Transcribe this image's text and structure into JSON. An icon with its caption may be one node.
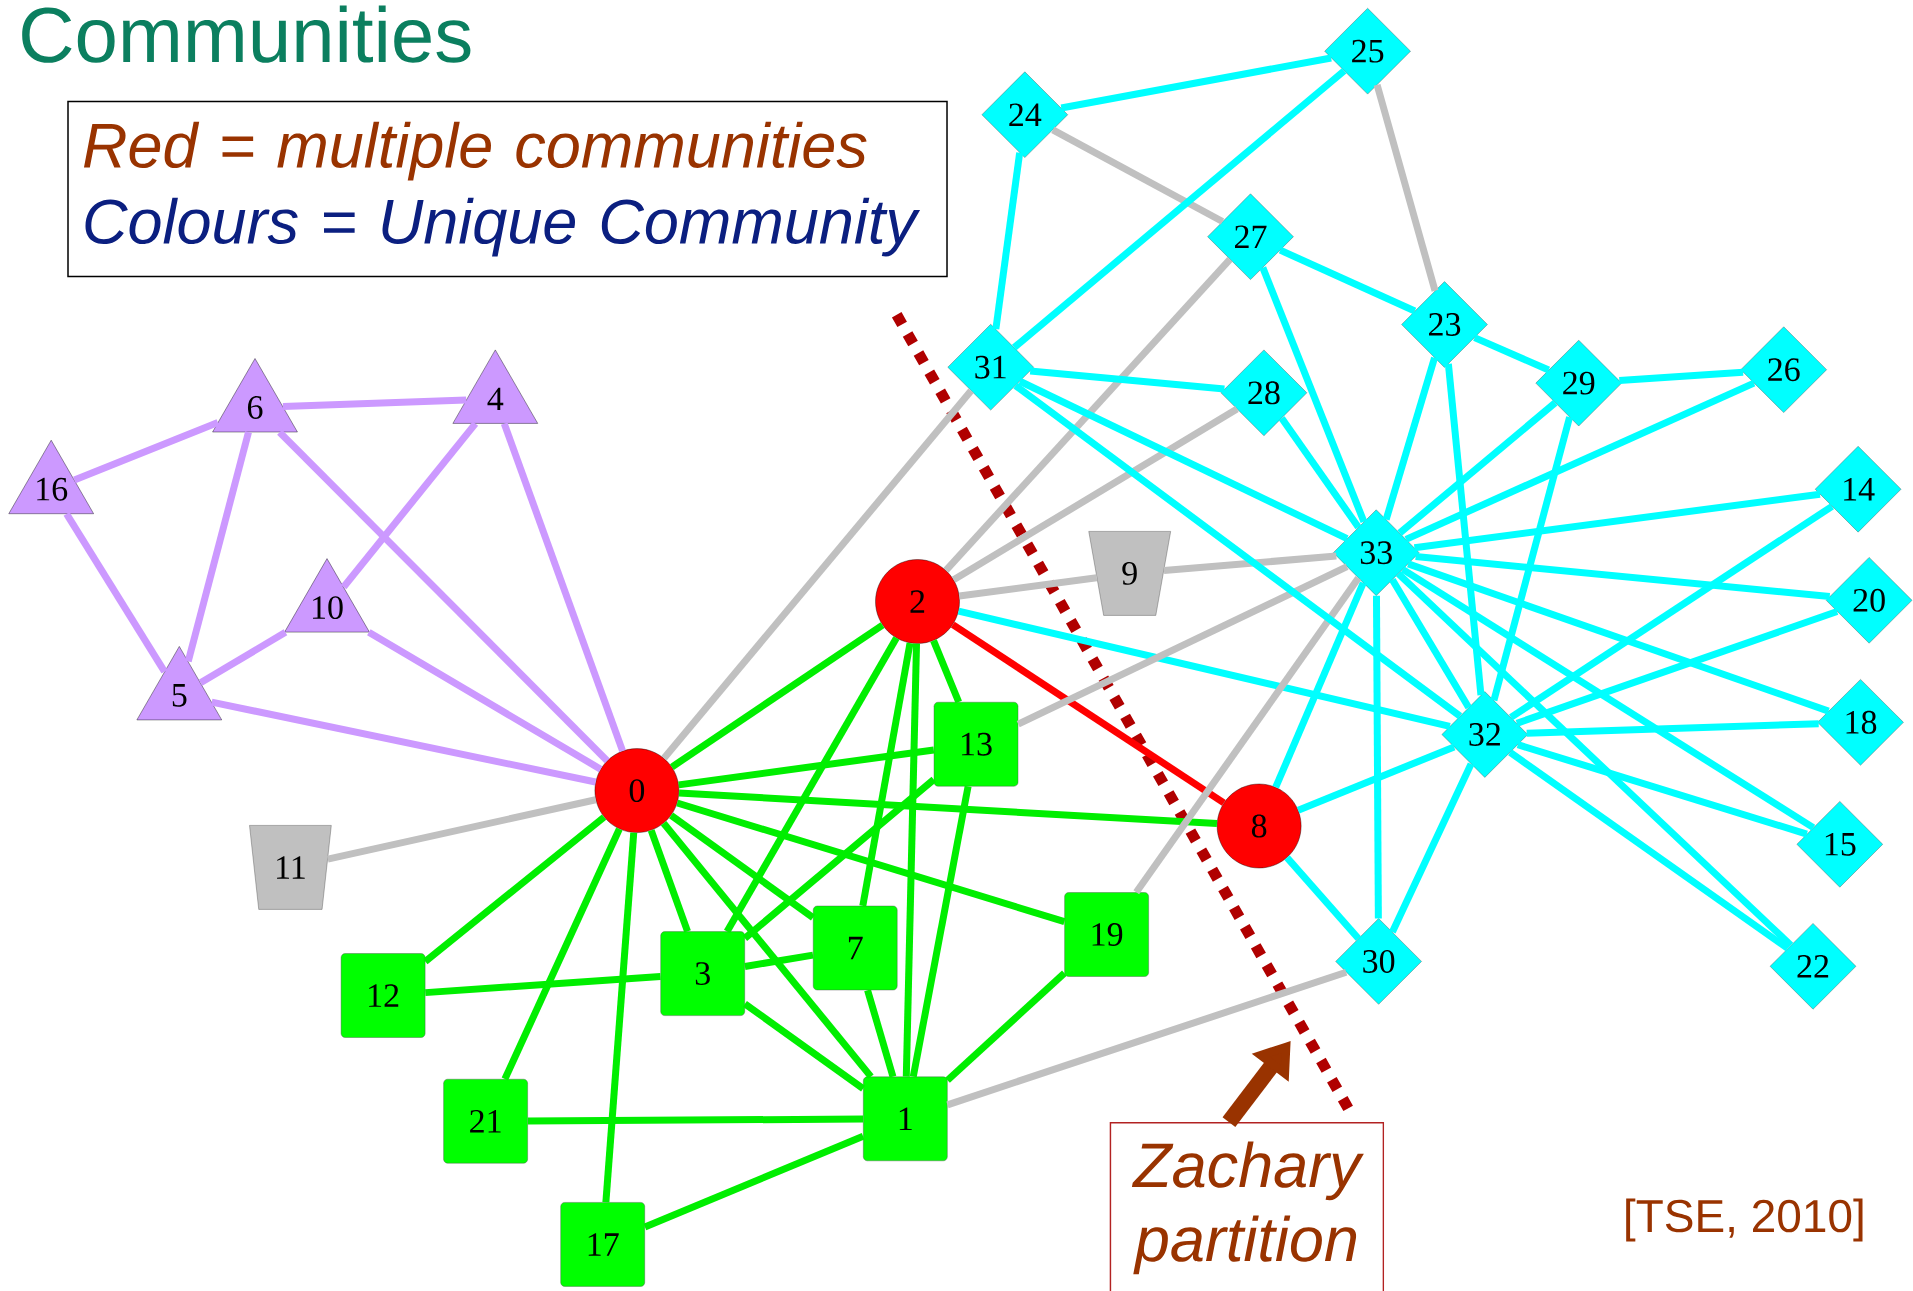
{
  "diagram": {
    "title": "Communities",
    "nodes": [
      {
        "text": [
          "0"
        ]
      },
      {
        "text": [
          "1"
        ]
      },
      {
        "text": [
          "2"
        ]
      },
      {
        "text": [
          "3"
        ]
      },
      {
        "text": [
          "4"
        ]
      },
      {
        "text": [
          "5"
        ]
      },
      {
        "text": [
          "6"
        ]
      },
      {
        "text": [
          "7"
        ]
      },
      {
        "text": [
          "8"
        ]
      },
      {
        "text": [
          "9"
        ]
      },
      {
        "text": [
          "10"
        ]
      },
      {
        "text": [
          "11"
        ]
      },
      {
        "text": [
          "12"
        ]
      },
      {
        "text": [
          "13"
        ]
      },
      {
        "text": [
          "14"
        ]
      },
      {
        "text": [
          "15"
        ]
      },
      {
        "text": [
          "16"
        ]
      },
      {
        "text": [
          "17"
        ]
      },
      {
        "text": [
          "18"
        ]
      },
      {
        "text": [
          "19"
        ]
      },
      {
        "text": [
          "20"
        ]
      },
      {
        "text": [
          "21"
        ]
      },
      {
        "text": [
          "22"
        ]
      },
      {
        "text": [
          "23"
        ]
      },
      {
        "text": [
          "24"
        ]
      },
      {
        "text": [
          "25"
        ]
      },
      {
        "text": [
          "26"
        ]
      },
      {
        "text": [
          "27"
        ]
      },
      {
        "text": [
          "28"
        ]
      },
      {
        "text": [
          "29"
        ]
      },
      {
        "text": [
          "30"
        ]
      },
      {
        "text": [
          "31"
        ]
      },
      {
        "text": [
          "32"
        ]
      },
      {
        "text": [
          "33"
        ]
      },
      {
        "text": [
          "Red = multiple communities",
          "Colours = Unique Community"
        ]
      },
      {
        "text": [
          "Zachary partition"
        ]
      }
    ],
    "edges": [
      {
        "from": 0,
        "to": 1,
        "arrow": "none",
        "color": "#00ee00"
      },
      {
        "from": 0,
        "to": 2,
        "arrow": "none",
        "color": "#00ee00"
      },
      {
        "from": 0,
        "to": 3,
        "arrow": "none",
        "color": "#00ee00"
      },
      {
        "from": 0,
        "to": 4,
        "arrow": "none",
        "color": "#cc99ff"
      },
      {
        "from": 0,
        "to": 5,
        "arrow": "none",
        "color": "#cc99ff"
      },
      {
        "from": 0,
        "to": 6,
        "arrow": "none",
        "color": "#cc99ff"
      },
      {
        "from": 0,
        "to": 7,
        "arrow": "none",
        "color": "#00ee00"
      },
      {
        "from": 0,
        "to": 8,
        "arrow": "none",
        "color": "#00ee00"
      },
      {
        "from": 0,
        "to": 10,
        "arrow": "none",
        "color": "#cc99ff"
      },
      {
        "from": 0,
        "to": 11,
        "arrow": "none",
        "color": "#c0c0c0"
      },
      {
        "from": 0,
        "to": 12,
        "arrow": "none",
        "color": "#00ee00"
      },
      {
        "from": 0,
        "to": 13,
        "arrow": "none",
        "color": "#00ee00"
      },
      {
        "from": 0,
        "to": 17,
        "arrow": "none",
        "color": "#00ee00"
      },
      {
        "from": 0,
        "to": 19,
        "arrow": "none",
        "color": "#00ee00"
      },
      {
        "from": 0,
        "to": 21,
        "arrow": "none",
        "color": "#00ee00"
      },
      {
        "from": 0,
        "to": 31,
        "arrow": "none",
        "color": "#c0c0c0"
      },
      {
        "from": 1,
        "to": 2,
        "arrow": "none",
        "color": "#00ee00"
      },
      {
        "from": 1,
        "to": 3,
        "arrow": "none",
        "color": "#00ee00"
      },
      {
        "from": 1,
        "to": 7,
        "arrow": "none",
        "color": "#00ee00"
      },
      {
        "from": 1,
        "to": 13,
        "arrow": "none",
        "color": "#00ee00"
      },
      {
        "from": 1,
        "to": 17,
        "arrow": "none",
        "color": "#00ee00"
      },
      {
        "from": 1,
        "to": 19,
        "arrow": "none",
        "color": "#00ee00"
      },
      {
        "from": 1,
        "to": 21,
        "arrow": "none",
        "color": "#00ee00"
      },
      {
        "from": 1,
        "to": 30,
        "arrow": "none",
        "color": "#c0c0c0"
      },
      {
        "from": 2,
        "to": 3,
        "arrow": "none",
        "color": "#00ee00"
      },
      {
        "from": 2,
        "to": 7,
        "arrow": "none",
        "color": "#00ee00"
      },
      {
        "from": 2,
        "to": 8,
        "arrow": "none",
        "color": "#ff0000"
      },
      {
        "from": 2,
        "to": 9,
        "arrow": "none",
        "color": "#c0c0c0"
      },
      {
        "from": 2,
        "to": 13,
        "arrow": "none",
        "color": "#00ee00"
      },
      {
        "from": 2,
        "to": 27,
        "arrow": "none",
        "color": "#c0c0c0"
      },
      {
        "from": 2,
        "to": 28,
        "arrow": "none",
        "color": "#c0c0c0"
      },
      {
        "from": 2,
        "to": 32,
        "arrow": "none"
      },
      {
        "from": 3,
        "to": 7,
        "arrow": "none",
        "color": "#00ee00"
      },
      {
        "from": 3,
        "to": 12,
        "arrow": "none",
        "color": "#00ee00"
      },
      {
        "from": 3,
        "to": 13,
        "arrow": "none",
        "color": "#00ee00"
      },
      {
        "from": 4,
        "to": 6,
        "arrow": "none",
        "color": "#cc99ff"
      },
      {
        "from": 4,
        "to": 10,
        "arrow": "none",
        "color": "#cc99ff"
      },
      {
        "from": 5,
        "to": 6,
        "arrow": "none",
        "color": "#cc99ff"
      },
      {
        "from": 5,
        "to": 10,
        "arrow": "none",
        "color": "#cc99ff"
      },
      {
        "from": 5,
        "to": 16,
        "arrow": "none",
        "color": "#cc99ff"
      },
      {
        "from": 6,
        "to": 16,
        "arrow": "none",
        "color": "#cc99ff"
      },
      {
        "from": 8,
        "to": 30,
        "arrow": "none"
      },
      {
        "from": 8,
        "to": 32,
        "arrow": "none"
      },
      {
        "from": 8,
        "to": 33,
        "arrow": "none"
      },
      {
        "from": 9,
        "to": 33,
        "arrow": "none",
        "color": "#c0c0c0"
      },
      {
        "from": 13,
        "to": 33,
        "arrow": "none",
        "color": "#c0c0c0"
      },
      {
        "from": 14,
        "to": 32,
        "arrow": "none"
      },
      {
        "from": 14,
        "to": 33,
        "arrow": "none"
      },
      {
        "from": 15,
        "to": 32,
        "arrow": "none"
      },
      {
        "from": 15,
        "to": 33,
        "arrow": "none"
      },
      {
        "from": 18,
        "to": 32,
        "arrow": "none"
      },
      {
        "from": 18,
        "to": 33,
        "arrow": "none"
      },
      {
        "from": 19,
        "to": 33,
        "arrow": "none",
        "color": "#c0c0c0"
      },
      {
        "from": 20,
        "to": 32,
        "arrow": "none"
      },
      {
        "from": 20,
        "to": 33,
        "arrow": "none"
      },
      {
        "from": 22,
        "to": 32,
        "arrow": "none"
      },
      {
        "from": 22,
        "to": 33,
        "arrow": "none"
      },
      {
        "from": 23,
        "to": 25,
        "arrow": "none",
        "color": "#c0c0c0"
      },
      {
        "from": 23,
        "to": 27,
        "arrow": "none"
      },
      {
        "from": 23,
        "to": 29,
        "arrow": "none"
      },
      {
        "from": 23,
        "to": 32,
        "arrow": "none"
      },
      {
        "from": 23,
        "to": 33,
        "arrow": "none"
      },
      {
        "from": 24,
        "to": 25,
        "arrow": "none"
      },
      {
        "from": 24,
        "to": 27,
        "arrow": "none",
        "color": "#c0c0c0"
      },
      {
        "from": 24,
        "to": 31,
        "arrow": "none"
      },
      {
        "from": 25,
        "to": 31,
        "arrow": "none"
      },
      {
        "from": 26,
        "to": 29,
        "arrow": "none"
      },
      {
        "from": 26,
        "to": 33,
        "arrow": "none"
      },
      {
        "from": 27,
        "to": 33,
        "arrow": "none"
      },
      {
        "from": 28,
        "to": 31,
        "arrow": "none"
      },
      {
        "from": 28,
        "to": 33,
        "arrow": "none"
      },
      {
        "from": 29,
        "to": 32,
        "arrow": "none"
      },
      {
        "from": 29,
        "to": 33,
        "arrow": "none"
      },
      {
        "from": 30,
        "to": 32,
        "arrow": "none"
      },
      {
        "from": 30,
        "to": 33,
        "arrow": "none"
      },
      {
        "from": 31,
        "to": 32,
        "arrow": "none"
      },
      {
        "from": 31,
        "to": 33,
        "arrow": "none"
      },
      {
        "from": 32,
        "to": 33,
        "arrow": "none"
      },
      {
        "from": 35,
        "to": null,
        "arrow": "to",
        "style": "thick",
        "color": "#993300"
      }
    ],
    "labels": [
      "[TSE, 2010]"
    ]
  }
}
